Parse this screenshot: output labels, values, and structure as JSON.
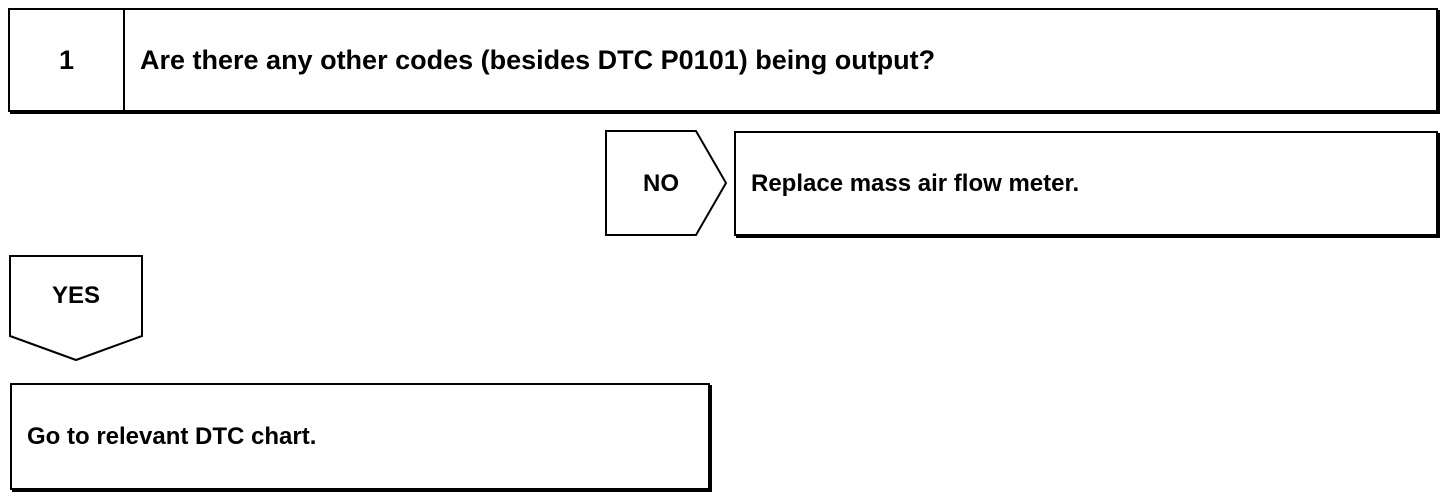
{
  "step": {
    "number": "1",
    "question": "Are there any other codes (besides DTC P0101) being output?"
  },
  "no_branch": {
    "label": "NO",
    "result": "Replace mass air flow meter."
  },
  "yes_branch": {
    "label": "YES",
    "result": "Go to relevant DTC chart."
  }
}
